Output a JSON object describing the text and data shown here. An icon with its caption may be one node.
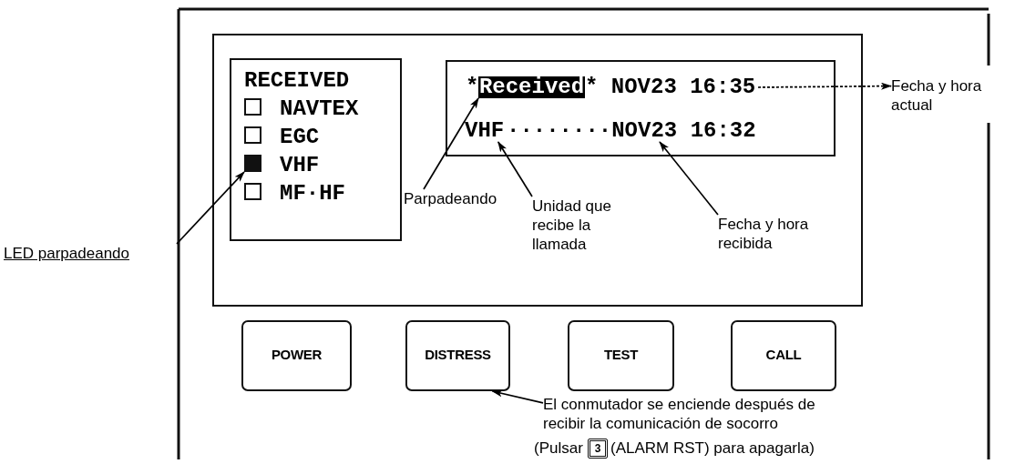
{
  "diagram": {
    "nodes": [
      {
        "text": [],
        "shape": "box"
      },
      {
        "text": [
          "RECEIVED",
          "NAVTEX",
          "EGC",
          "VHF",
          "MF·HF"
        ],
        "in": 0
      },
      {
        "text": [],
        "shape": "box",
        "in": 1
      },
      {
        "text": [],
        "shape": "box",
        "in": 1
      },
      {
        "text": [],
        "shape": "box",
        "in": 1
      },
      {
        "text": [],
        "shape": "box",
        "in": 1
      },
      {
        "text": [],
        "shape": "box",
        "in": 0
      },
      {
        "text": [
          "Received"
        ],
        "in": 6
      },
      {
        "text": [
          "* NOV23 16:35"
        ],
        "in": 6
      },
      {
        "text": [
          "VHF"
        ],
        "in": 6
      },
      {
        "text": [
          "········NOV23 16:32"
        ],
        "in": 6
      },
      {
        "text": [
          "Fecha y hora actual"
        ]
      },
      {
        "text": [
          "LED parpadeando"
        ]
      },
      {
        "text": [
          "Parpadeando"
        ],
        "in": 0
      },
      {
        "text": [
          "Unidad que recibe la llamada"
        ],
        "in": 0
      },
      {
        "text": [
          "Fecha y hora recibida"
        ],
        "in": 0
      },
      {
        "text": [
          "POWER"
        ]
      },
      {
        "text": [
          "DISTRESS"
        ]
      },
      {
        "text": [
          "TEST"
        ]
      },
      {
        "text": [
          "CALL"
        ]
      },
      {
        "text": [
          "El conmutador se enciende después de recibir la comunicación de socorro"
        ]
      },
      {
        "text": [
          "3"
        ]
      }
    ],
    "edges": [
      {
        "from": 12,
        "to": 4,
        "arrow": "to"
      },
      {
        "from": 13,
        "to": 7,
        "arrow": "to"
      },
      {
        "from": 14,
        "to": 9,
        "arrow": "to"
      },
      {
        "from": 15,
        "to": 10,
        "arrow": "to"
      },
      {
        "from": 8,
        "to": 11,
        "arrow": "to",
        "style": "dashed"
      },
      {
        "from": 20,
        "to": 17,
        "arrow": "to"
      }
    ],
    "labels": [
      "*",
      "(Pulsar",
      "(ALARM RST) para apagarla)"
    ]
  }
}
